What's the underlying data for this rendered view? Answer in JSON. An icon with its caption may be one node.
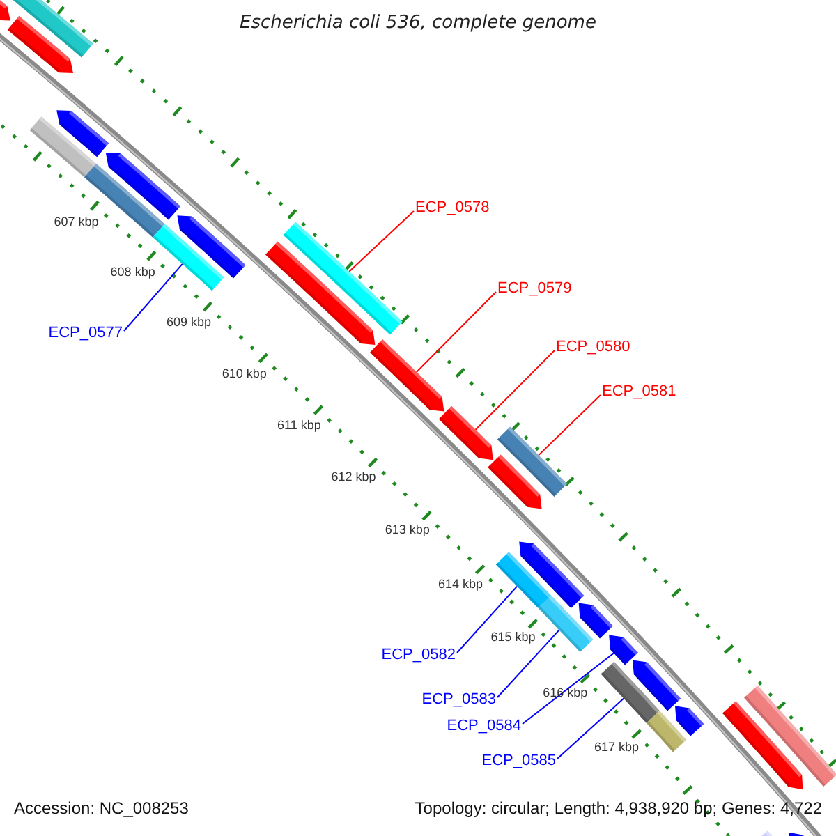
{
  "diagram": {
    "title": "Escherichia coli 536, complete genome",
    "nodes": [
      {
        "text": [
          "ECP_0578"
        ]
      },
      {
        "text": [
          "ECP_0579"
        ]
      },
      {
        "text": [
          "ECP_0577"
        ]
      },
      {
        "text": [
          "ECP_0580"
        ]
      },
      {
        "text": [
          "ECP_0581"
        ]
      },
      {
        "text": [
          "ECP_0582"
        ]
      },
      {
        "text": [
          "ECP_0583"
        ]
      },
      {
        "text": [
          "ECP_0584"
        ]
      },
      {
        "text": [
          "ECP_0585"
        ]
      },
      {
        "text": [],
        "shape": "bar"
      },
      {
        "text": [],
        "shape": "arrow"
      },
      {
        "text": [],
        "shape": "arrow"
      },
      {
        "text": [],
        "shape": "bar"
      },
      {
        "text": [],
        "shape": "arrow"
      },
      {
        "text": [],
        "shape": "arrow"
      },
      {
        "text": [],
        "shape": "bar"
      },
      {
        "text": [],
        "shape": "bar"
      },
      {
        "text": [],
        "shape": "arrow"
      },
      {
        "text": [],
        "shape": "bar"
      },
      {
        "text": [],
        "shape": "arrow"
      },
      {
        "text": [],
        "shape": "arrow"
      },
      {
        "text": [],
        "shape": "arrow"
      },
      {
        "text": [],
        "shape": "bar"
      },
      {
        "text": [],
        "shape": "arrow"
      },
      {
        "text": [],
        "shape": "arrow"
      },
      {
        "text": [],
        "shape": "bar"
      },
      {
        "text": [],
        "shape": "bar"
      },
      {
        "text": [],
        "shape": "arrow"
      },
      {
        "text": [],
        "shape": "arrow"
      },
      {
        "text": [],
        "shape": "bar"
      },
      {
        "text": [],
        "shape": "arrow"
      },
      {
        "text": [],
        "shape": "bar"
      },
      {
        "text": [],
        "shape": "arrow"
      },
      {
        "text": [],
        "shape": "arrow"
      },
      {
        "text": [],
        "shape": "bar"
      },
      {
        "text": [],
        "shape": "bar"
      },
      {
        "text": [],
        "shape": "arrow"
      }
    ],
    "edges": [
      {
        "from": 0,
        "to": 18,
        "arrow": "none",
        "color": "#ff0000"
      },
      {
        "from": 1,
        "to": 20,
        "arrow": "none",
        "color": "#ff0000"
      },
      {
        "from": 2,
        "to": 16,
        "arrow": "none"
      },
      {
        "from": 3,
        "to": 21,
        "arrow": "none",
        "color": "#ff0000"
      },
      {
        "from": 4,
        "to": 22,
        "arrow": "none",
        "color": "#ff0000"
      },
      {
        "from": 5,
        "to": 25,
        "arrow": "none"
      },
      {
        "from": 6,
        "to": 26,
        "arrow": "none"
      },
      {
        "from": 7,
        "to": 28,
        "arrow": "none"
      },
      {
        "from": 8,
        "to": 29,
        "arrow": "none"
      }
    ],
    "labels": [
      "607 kbp",
      "608 kbp",
      "609 kbp",
      "610 kbp",
      "611 kbp",
      "612 kbp",
      "613 kbp",
      "614 kbp",
      "615 kbp",
      "616 kbp",
      "617 kbp",
      "Accession: NC_008253",
      "Topology: circular; Length: 4,938,920 bp; Genes: 4,722"
    ]
  }
}
